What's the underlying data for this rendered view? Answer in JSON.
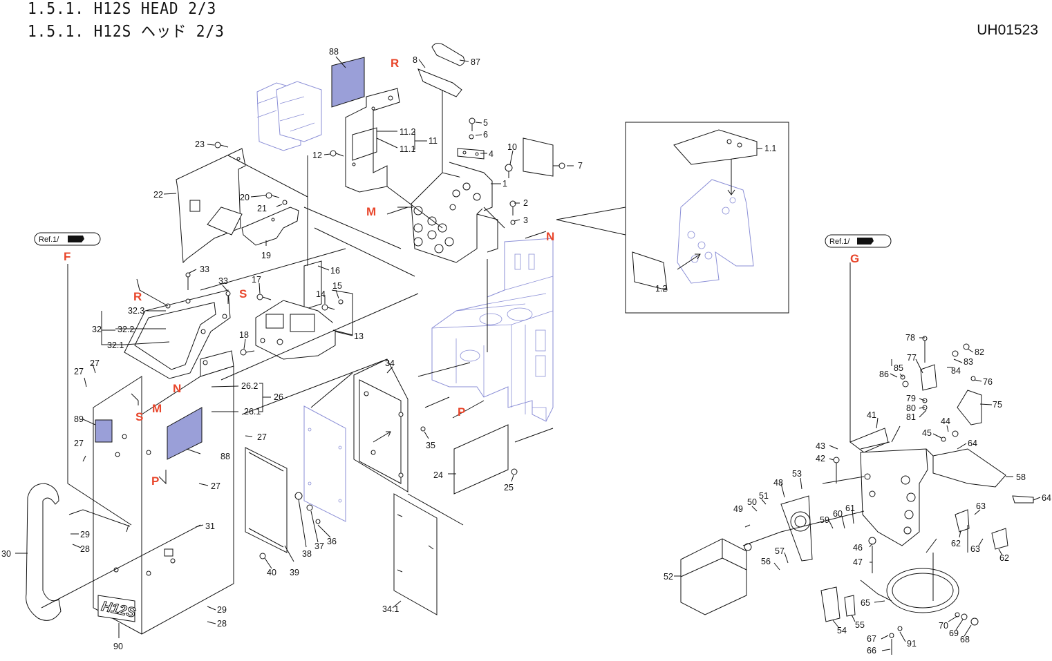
{
  "header": {
    "title_en": "1.5.1. H12S HEAD 2/3",
    "title_jp": "1.5.1. H12S ヘッド 2/3",
    "doc_id": "UH01523"
  },
  "refs": {
    "left": "Ref.1/",
    "right": "Ref.1/"
  },
  "model_badge": "H12S",
  "ref_letters": {
    "F": "F",
    "G": "G",
    "R_top": "R",
    "R_cover": "R",
    "M_bracket": "M",
    "M_case": "M",
    "N_frame": "N",
    "N_case": "N",
    "S_block": "S",
    "S_case": "S",
    "P_frame": "P",
    "P_case": "P"
  },
  "labels": {
    "p88a": "88",
    "p87": "87",
    "p8": "8",
    "p5": "5",
    "p6": "6",
    "p4": "4",
    "p10": "10",
    "p7": "7",
    "p1": "1",
    "p2": "2",
    "p3": "3",
    "p11_2": "11.2",
    "p11": "11",
    "p11_1": "11.1",
    "p12": "12",
    "p23": "23",
    "p22": "22",
    "p20": "20",
    "p21": "21",
    "p19": "19",
    "p16": "16",
    "p17": "17",
    "p15": "15",
    "p14": "14",
    "p13": "13",
    "p18": "18",
    "p33a": "33",
    "p33b": "33",
    "p32_3": "32.3",
    "p32": "32",
    "p32_2": "32.2",
    "p32_1": "32.1",
    "p26_2": "26.2",
    "p26": "26",
    "p26_1": "26.1",
    "p27a": "27",
    "p27b": "27",
    "p27c": "27",
    "p27d": "27",
    "p27e": "27",
    "p89": "89",
    "p88b": "88",
    "p34": "34",
    "p35": "35",
    "p24": "24",
    "p25": "25",
    "p36": "36",
    "p37": "37",
    "p38": "38",
    "p39": "39",
    "p40": "40",
    "p34_1": "34.1",
    "p31": "31",
    "p29a": "29",
    "p28a": "28",
    "p29b": "29",
    "p28b": "28",
    "p30": "30",
    "p90": "90",
    "p1_1": "1.1",
    "p1_2": "1.2",
    "p78": "78",
    "p82": "82",
    "p77": "77",
    "p83": "83",
    "p85": "85",
    "p84": "84",
    "p86": "86",
    "p76": "76",
    "p79": "79",
    "p80": "80",
    "p81": "81",
    "p75": "75",
    "p41": "41",
    "p44": "44",
    "p45": "45",
    "p43": "43",
    "p64a": "64",
    "p42": "42",
    "p53": "53",
    "p48": "48",
    "p58": "58",
    "p64b": "64",
    "p50": "50",
    "p51": "51",
    "p49": "49",
    "p59": "59",
    "p60": "60",
    "p61": "61",
    "p63a": "63",
    "p62a": "62",
    "p63b": "63",
    "p62b": "62",
    "p46": "46",
    "p47": "47",
    "p57": "57",
    "p56": "56",
    "p52": "52",
    "p65": "65",
    "p54": "54",
    "p55": "55",
    "p70": "70",
    "p69": "69",
    "p68": "68",
    "p67": "67",
    "p66": "66",
    "p91": "91"
  }
}
